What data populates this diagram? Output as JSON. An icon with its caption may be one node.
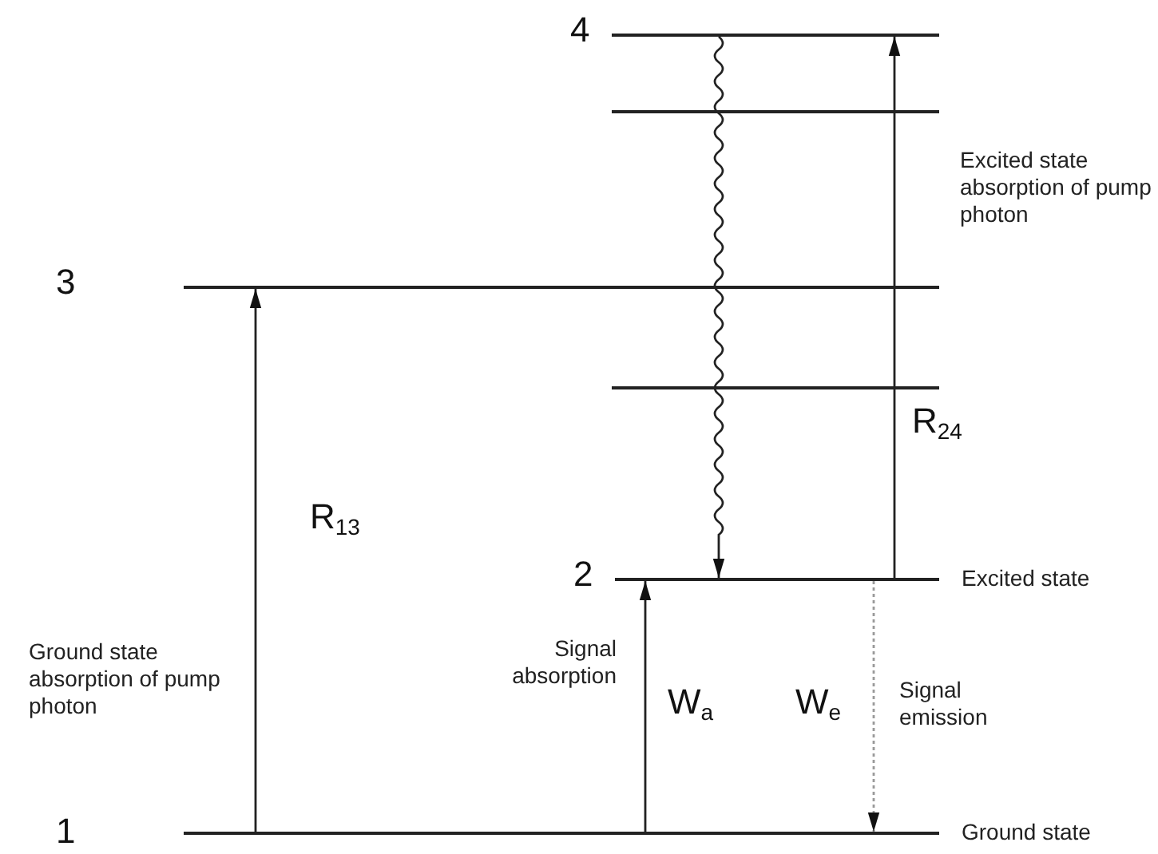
{
  "diagram": {
    "nodes": [
      {
        "text": [
          "4"
        ]
      },
      {
        "text": [],
        "shape": "bar"
      },
      {
        "text": [
          "3"
        ]
      },
      {
        "text": [],
        "shape": "bar"
      },
      {
        "text": [
          "2"
        ],
        "beside": [
          "Excited state"
        ]
      },
      {
        "text": [
          "1"
        ],
        "beside": [
          "Ground state"
        ]
      }
    ],
    "edges": [
      {
        "from": 5,
        "to": 2,
        "arrow": "to",
        "label": "R$_{13}$"
      },
      {
        "from": 4,
        "to": 0,
        "arrow": "to",
        "label": "R$_{24}$"
      },
      {
        "from": 0,
        "to": 4,
        "arrow": "to"
      },
      {
        "from": 5,
        "to": 4,
        "arrow": "to",
        "label": "W$_{a}$"
      },
      {
        "from": 4,
        "to": 5,
        "arrow": "to",
        "label": "W$_{e}$",
        "style": "dashed",
        "color": "#9a9a9a"
      }
    ],
    "labels": [
      "Excited state absorption of pump photon",
      "Ground state absorption of pump photon",
      "Signal absorption",
      "Signal emission"
    ]
  }
}
